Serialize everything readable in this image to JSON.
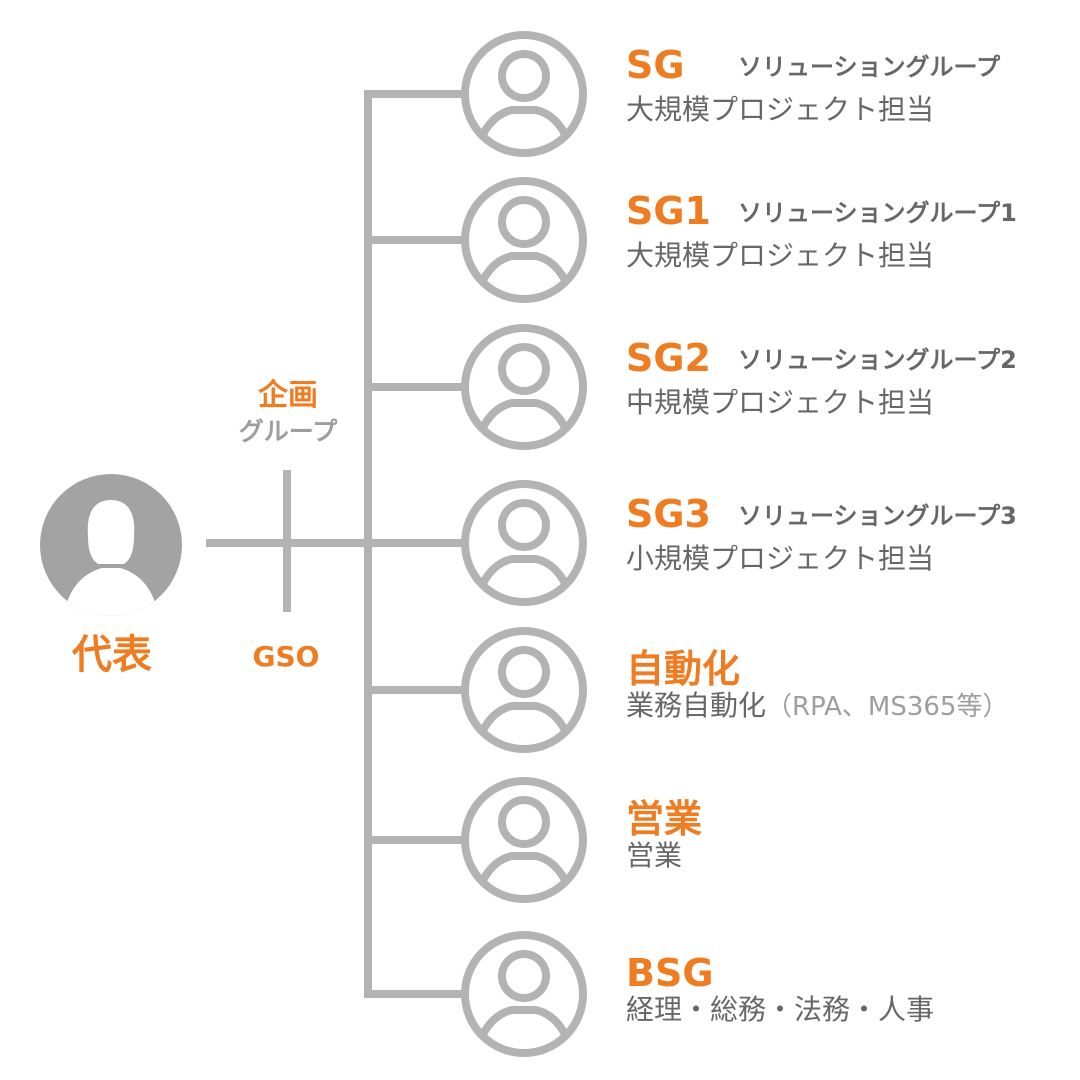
{
  "ceo": {
    "label": "代表",
    "icon": "person-female-icon"
  },
  "planning_group": {
    "title": "企画",
    "subtitle": "グループ"
  },
  "gso": {
    "label": "GSO"
  },
  "colors": {
    "accent": "#f07c22",
    "line": "#b3b3b3",
    "text": "#676767",
    "muted": "#9e9e9e"
  },
  "groups": [
    {
      "name": "SG",
      "subtitle": "ソリューショングループ",
      "description": "大規模プロジェクト担当",
      "icon": "person-icon"
    },
    {
      "name": "SG1",
      "subtitle": "ソリューショングループ1",
      "description": "大規模プロジェクト担当",
      "icon": "person-icon"
    },
    {
      "name": "SG2",
      "subtitle": "ソリューショングループ2",
      "description": "中規模プロジェクト担当",
      "icon": "person-icon"
    },
    {
      "name": "SG3",
      "subtitle": "ソリューショングループ3",
      "description": "小規模プロジェクト担当",
      "icon": "person-icon"
    },
    {
      "name": "自動化",
      "subtitle": "",
      "description": "業務自動化",
      "description_extra": "（RPA、MS365等）",
      "icon": "person-icon"
    },
    {
      "name": "営業",
      "subtitle": "",
      "description": "営業",
      "icon": "person-icon"
    },
    {
      "name": "BSG",
      "subtitle": "",
      "description": "経理・総務・法務・人事",
      "icon": "person-icon"
    }
  ]
}
